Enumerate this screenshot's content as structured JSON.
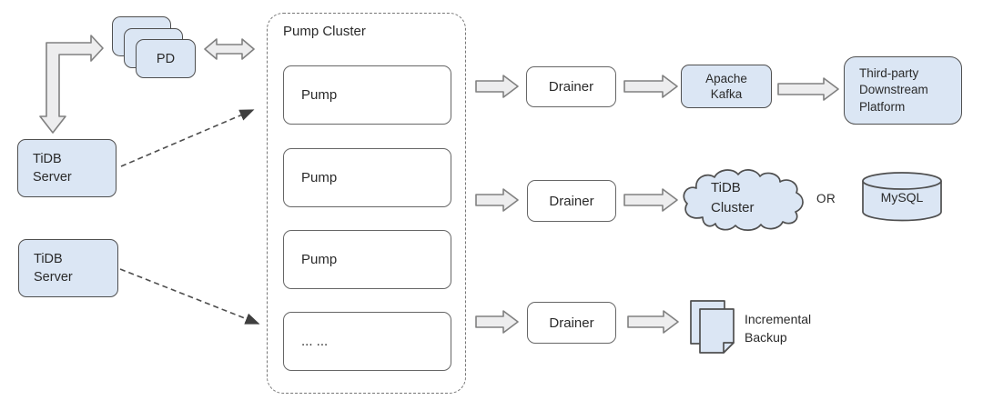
{
  "colors": {
    "node_fill": "#dbe6f4",
    "node_border": "#4f4f4f",
    "box_border": "#666666",
    "cluster_border": "#777777",
    "arrow_fill": "#ededee",
    "arrow_border": "#808080",
    "dashed": "#4d4d4d",
    "text": "#2a2a2a"
  },
  "nodes": {
    "pd": "PD",
    "tidb_server_top": "TiDB\nServer",
    "tidb_server_bottom": "TiDB\nServer",
    "pump_cluster_title": "Pump Cluster",
    "pumps": [
      "Pump",
      "Pump",
      "Pump",
      "... ..."
    ],
    "drainers": [
      "Drainer",
      "Drainer",
      "Drainer"
    ],
    "kafka": "Apache\nKafka",
    "third_party": "Third-party\nDownstream\nPlatform",
    "tidb_cluster": "TiDB\nCluster",
    "or": "OR",
    "mysql": "MySQL",
    "incremental_backup": "Incremental\nBackup"
  }
}
